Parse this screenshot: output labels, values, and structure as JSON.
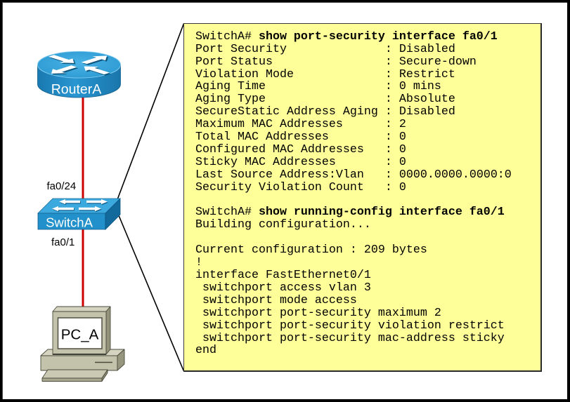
{
  "colors": {
    "frame_border": "#000000",
    "link": "#cc0000",
    "device_blue": "#2290ca",
    "pc_body": "#c3c3ab",
    "callout_background": "#ffff99",
    "callout_text": "#000000"
  },
  "topology": {
    "devices": [
      {
        "label": "RouterA",
        "type": "router",
        "icon": "router-icon"
      },
      {
        "label": "SwitchA",
        "type": "switch",
        "icon": "switch-icon"
      },
      {
        "label": "PC_A",
        "type": "pc",
        "icon": "pc-icon"
      }
    ],
    "links": [
      {
        "from": "RouterA",
        "to": "SwitchA",
        "switch_port": "fa0/24"
      },
      {
        "from": "SwitchA",
        "to": "PC_A",
        "switch_port": "fa0/1"
      }
    ]
  },
  "callout": {
    "attached_to": "SwitchA",
    "port_security": {
      "prompt": "SwitchA#",
      "command": "show port-security interface fa0/1",
      "separator": ": ",
      "fields": [
        {
          "name": "Port Security",
          "value": "Disabled"
        },
        {
          "name": "Port Status",
          "value": "Secure-down"
        },
        {
          "name": "Violation Mode",
          "value": "Restrict"
        },
        {
          "name": "Aging Time",
          "value": "0 mins"
        },
        {
          "name": "Aging Type",
          "value": "Absolute"
        },
        {
          "name": "SecureStatic Address Aging",
          "value": "Disabled"
        },
        {
          "name": "Maximum MAC Addresses",
          "value": "2"
        },
        {
          "name": "Total MAC Addresses",
          "value": "0"
        },
        {
          "name": "Configured MAC Addresses",
          "value": "0"
        },
        {
          "name": "Sticky MAC Addresses",
          "value": "0"
        },
        {
          "name": "Last Source Address:Vlan",
          "value": "0000.0000.0000:0"
        },
        {
          "name": "Security Violation Count",
          "value": "0"
        }
      ]
    },
    "running_config": {
      "prompt": "SwitchA#",
      "command": "show running-config interface fa0/1",
      "lines": [
        "Building configuration...",
        "",
        "Current configuration : 209 bytes",
        "!",
        "interface FastEthernet0/1",
        " switchport access vlan 3",
        " switchport mode access",
        " switchport port-security maximum 2",
        " switchport port-security violation restrict",
        " switchport port-security mac-address sticky",
        "end"
      ]
    }
  }
}
